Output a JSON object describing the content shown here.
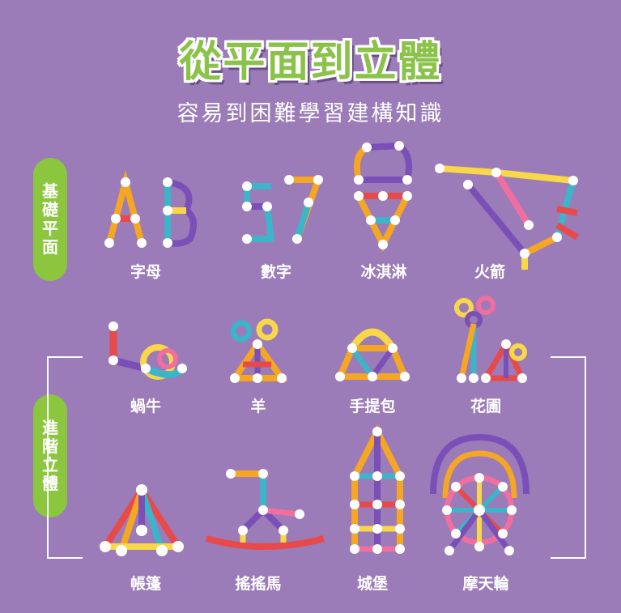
{
  "title": "從平面到立體",
  "subtitle": "容易到困難學習建構知識",
  "sections": {
    "basic": {
      "tag": [
        "基",
        "礎",
        "平",
        "面"
      ]
    },
    "advanced": {
      "tag": [
        "進",
        "階",
        "立",
        "體"
      ]
    }
  },
  "items": {
    "letters": "字母",
    "numbers": "數字",
    "icecream": "冰淇淋",
    "rocket": "火箭",
    "snail": "蝸牛",
    "sheep": "羊",
    "handbag": "手提包",
    "garden": "花圃",
    "tent": "帳篷",
    "rocking_horse": "搖搖馬",
    "castle": "城堡",
    "ferris_wheel": "摩天輪"
  },
  "colors": {
    "background": "#9b7bb8",
    "accent_green": "#8cc63f",
    "tube_purple": "#7b4fb8",
    "tube_orange": "#f5a623",
    "tube_yellow": "#f8d84a",
    "tube_blue": "#3db4c8",
    "tube_red": "#e84a4a",
    "tube_pink": "#f06ea0"
  }
}
